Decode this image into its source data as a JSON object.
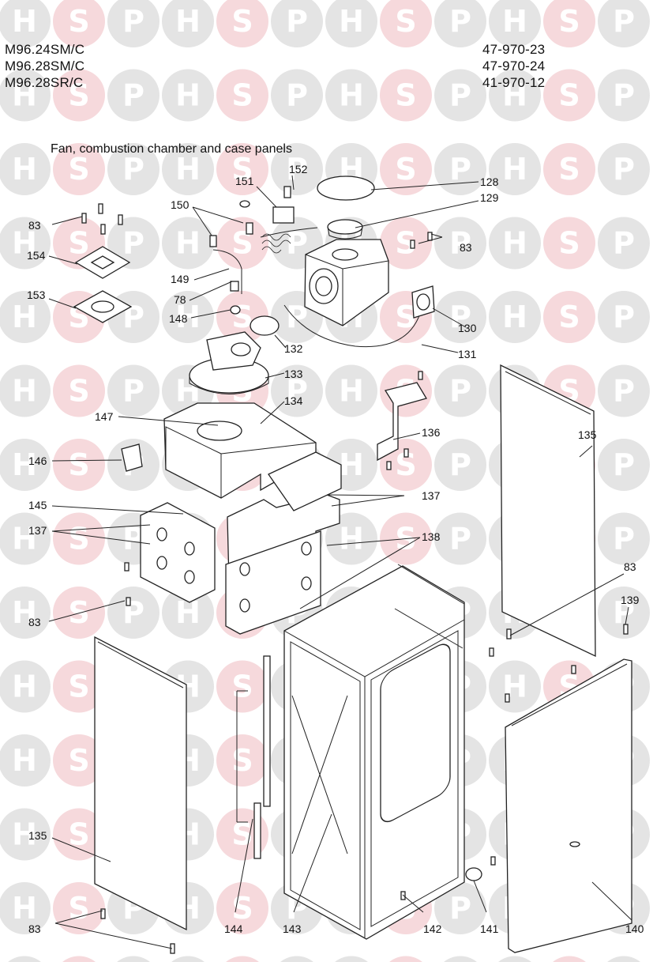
{
  "header": {
    "models": [
      "M96.24SM/C",
      "M96.28SM/C",
      "M96.28SR/C"
    ],
    "codes": [
      "47-970-23",
      "47-970-24",
      "41-970-12"
    ]
  },
  "title": "Fan, combustion chamber and case panels",
  "watermark": {
    "letters": [
      "H",
      "S",
      "P"
    ],
    "colors": {
      "H": "#e4e4e4",
      "S": "#f6d9dc",
      "P": "#e4e4e4"
    }
  },
  "callouts": [
    {
      "id": "c128",
      "text": "128"
    },
    {
      "id": "c129",
      "text": "129"
    },
    {
      "id": "c152",
      "text": "152"
    },
    {
      "id": "c151",
      "text": "151"
    },
    {
      "id": "c150",
      "text": "150"
    },
    {
      "id": "c83a",
      "text": "83"
    },
    {
      "id": "c83b",
      "text": "83"
    },
    {
      "id": "c154",
      "text": "154"
    },
    {
      "id": "c153",
      "text": "153"
    },
    {
      "id": "c149",
      "text": "149"
    },
    {
      "id": "c78",
      "text": "78"
    },
    {
      "id": "c148",
      "text": "148"
    },
    {
      "id": "c130",
      "text": "130"
    },
    {
      "id": "c131",
      "text": "131"
    },
    {
      "id": "c132",
      "text": "132"
    },
    {
      "id": "c133",
      "text": "133"
    },
    {
      "id": "c134",
      "text": "134"
    },
    {
      "id": "c147",
      "text": "147"
    },
    {
      "id": "c136",
      "text": "136"
    },
    {
      "id": "c135a",
      "text": "135"
    },
    {
      "id": "c146",
      "text": "146"
    },
    {
      "id": "c145",
      "text": "145"
    },
    {
      "id": "c137a",
      "text": "137"
    },
    {
      "id": "c137b",
      "text": "137"
    },
    {
      "id": "c138",
      "text": "138"
    },
    {
      "id": "c83c",
      "text": "83"
    },
    {
      "id": "c83d",
      "text": "83"
    },
    {
      "id": "c139",
      "text": "139"
    },
    {
      "id": "c135b",
      "text": "135"
    },
    {
      "id": "c83e",
      "text": "83"
    },
    {
      "id": "c144",
      "text": "144"
    },
    {
      "id": "c143",
      "text": "143"
    },
    {
      "id": "c142",
      "text": "142"
    },
    {
      "id": "c141",
      "text": "141"
    },
    {
      "id": "c140",
      "text": "140"
    }
  ]
}
